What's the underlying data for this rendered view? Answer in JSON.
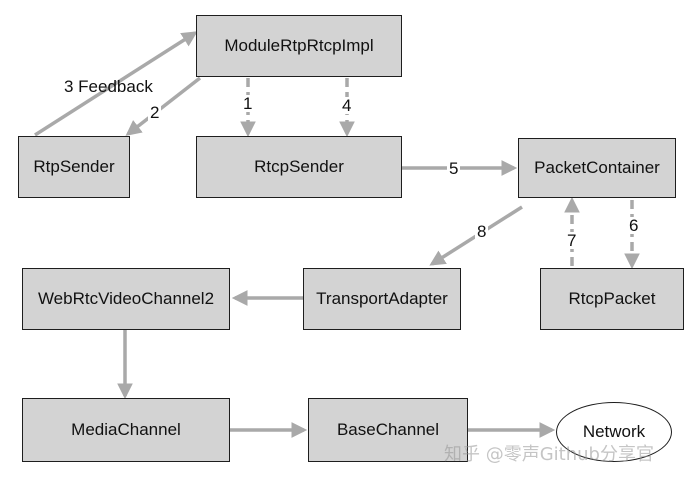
{
  "nodes": {
    "module": "ModuleRtpRtcpImpl",
    "rtp_sender": "RtpSender",
    "rtcp_sender": "RtcpSender",
    "packet_container": "PacketContainer",
    "webrtc_channel": "WebRtcVideoChannel2",
    "transport_adapter": "TransportAdapter",
    "rtcp_packet": "RtcpPacket",
    "media_channel": "MediaChannel",
    "base_channel": "BaseChannel",
    "network": "Network"
  },
  "edges": {
    "e1": "1",
    "e2": "2",
    "e3": "3 Feedback",
    "e4": "4",
    "e5": "5",
    "e6": "6",
    "e7": "7",
    "e8": "8"
  },
  "watermark": "知乎 @零声Github分享官",
  "colors": {
    "box_fill": "#d3d3d3",
    "arrow": "#a9a9a9",
    "border": "#1e1e1e"
  }
}
